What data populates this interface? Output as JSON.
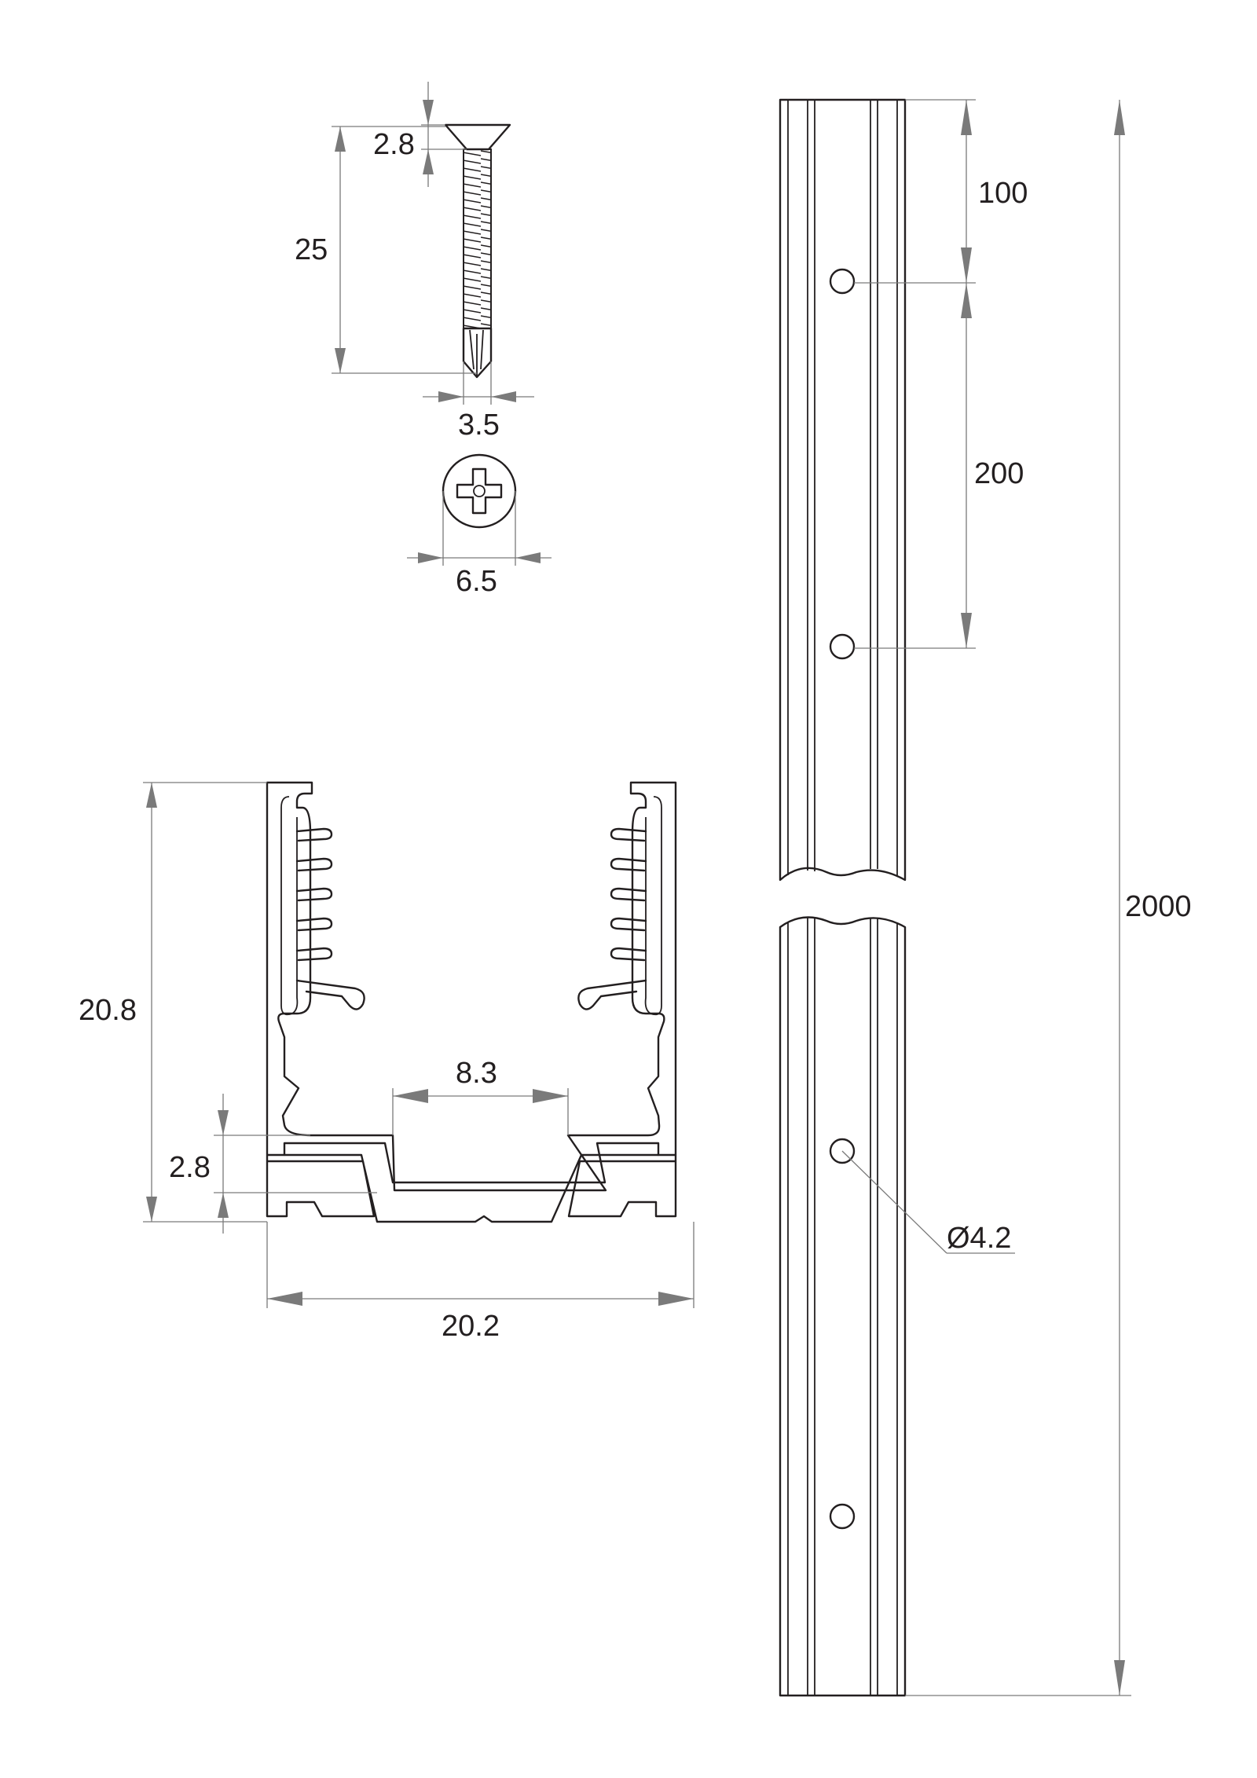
{
  "screw": {
    "head_height": "2.8",
    "length": "25",
    "shank_diameter": "3.5",
    "head_diameter": "6.5"
  },
  "profile": {
    "height": "20.8",
    "base_thickness": "2.8",
    "channel_width": "8.3",
    "width": "20.2"
  },
  "rail": {
    "first_hole_offset": "100",
    "hole_spacing": "200",
    "length": "2000",
    "hole_diameter": "Ø4.2"
  },
  "colors": {
    "line": "#231f20",
    "dimension": "#7a7a7a"
  }
}
